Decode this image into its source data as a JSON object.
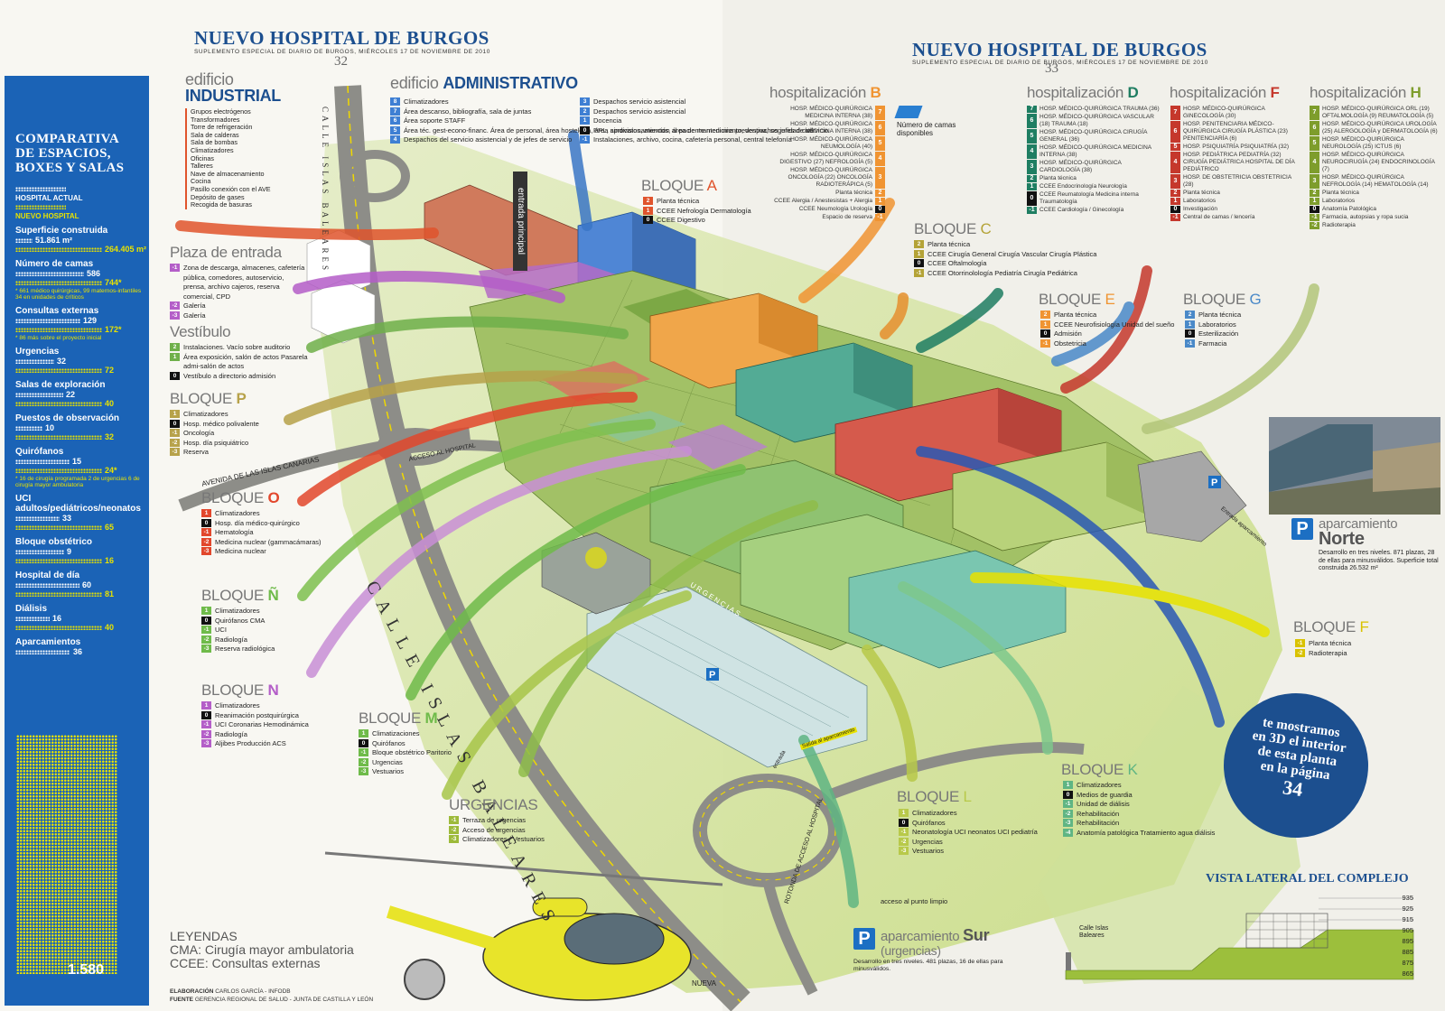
{
  "mastheads": [
    {
      "title": "NUEVO HOSPITAL DE BURGOS",
      "subtitle": "SUPLEMENTO ESPECIAL DE DIARIO DE BURGOS, MIÉRCOLES 17 DE NOVIEMBRE DE 2010",
      "page": "32"
    },
    {
      "title": "NUEVO HOSPITAL DE BURGOS",
      "subtitle": "SUPLEMENTO ESPECIAL DE DIARIO DE BURGOS, MIÉRCOLES 17 DE NOVIEMBRE DE 2010",
      "page": "33"
    }
  ],
  "comparison": {
    "title_lines": [
      "COMPARATIVA",
      "DE ESPACIOS,",
      "BOXES Y SALAS"
    ],
    "legend_actual": "HOSPITAL ACTUAL",
    "legend_new": "NUEVO HOSPITAL",
    "colors": {
      "panel": "#1b63b6",
      "actual": "#ffffff",
      "new": "#e8e200"
    },
    "items": [
      {
        "label": "Superficie construida",
        "actual": 51861,
        "actual_text": "51.861 m²",
        "new": 264405,
        "new_text": "264.405 m²"
      },
      {
        "label": "Número de camas",
        "actual": 586,
        "actual_text": "586",
        "new": 744,
        "new_text": "744*",
        "note": "* 661 médico quirúrgicas, 99 maternos-infantiles 34 en unidades de críticos"
      },
      {
        "label": "Consultas externas",
        "actual": 129,
        "actual_text": "129",
        "new": 172,
        "new_text": "172*",
        "note": "* 86 más sobre el proyecto inicial"
      },
      {
        "label": "Urgencias",
        "actual": 32,
        "actual_text": "32",
        "new": 72,
        "new_text": "72"
      },
      {
        "label": "Salas de exploración",
        "actual": 22,
        "actual_text": "22",
        "new": 40,
        "new_text": "40"
      },
      {
        "label": "Puestos de observación",
        "actual": 10,
        "actual_text": "10",
        "new": 32,
        "new_text": "32"
      },
      {
        "label": "Quirófanos",
        "actual": 15,
        "actual_text": "15",
        "new": 24,
        "new_text": "24*",
        "note": "* 16 de cirugía programada 2 de urgencias 6 de cirugía mayor ambulatoria"
      },
      {
        "label": "UCI adultos/pediátricos/neonatos",
        "actual": 33,
        "actual_text": "33",
        "new": 65,
        "new_text": "65"
      },
      {
        "label": "Bloque obstétrico",
        "actual": 9,
        "actual_text": "9",
        "new": 16,
        "new_text": "16"
      },
      {
        "label": "Hospital de día",
        "actual": 60,
        "actual_text": "60",
        "new": 81,
        "new_text": "81"
      },
      {
        "label": "Diálisis",
        "actual": 16,
        "actual_text": "16",
        "new": 40,
        "new_text": "40"
      },
      {
        "label": "Aparcamientos",
        "actual": 36,
        "actual_text": "36",
        "new": 1580,
        "new_text": "1.580"
      }
    ]
  },
  "industrial": {
    "pre": "edificio",
    "name": "INDUSTRIAL",
    "items": [
      "Grupos electrógenos",
      "Transformadores",
      "Torre de refrigeración",
      "Sala de calderas",
      "Sala de bombas",
      "Climatizadores",
      "Oficinas",
      "Talleres",
      "Nave de almacenamiento",
      "Cocina",
      "Pasillo conexión con el AVE",
      "Depósito de gases",
      "Recogida de basuras"
    ]
  },
  "administrativo": {
    "pre": "edificio",
    "name": "ADMINISTRATIVO",
    "col1": [
      {
        "n": "8",
        "t": "Climatizadores"
      },
      {
        "n": "7",
        "t": "Área descanso, bibliografía, sala de juntas"
      },
      {
        "n": "6",
        "t": "Área soporte STAFF"
      },
      {
        "n": "5",
        "t": "Área téc. gest-econo-financ. Área de personal, área hostelería, área aprovisionamientos, área de mantenimiento, despachos jefes de servicio"
      },
      {
        "n": "4",
        "t": "Despachos del servicio asistencial y de jefes de servicio"
      }
    ],
    "col2": [
      {
        "n": "3",
        "t": "Despachos servicio asistencial"
      },
      {
        "n": "2",
        "t": "Despachos servicio asistencial"
      },
      {
        "n": "1",
        "t": "Docencia"
      },
      {
        "n": "0",
        "t": "PRL, sindicatos, atención al paciente medicina preventiva, seguridad civil"
      },
      {
        "n": "-1",
        "t": "Instalaciones, archivo, cocina, cafetería personal, central telefonía"
      }
    ]
  },
  "streets": {
    "calle_small": "CALLE ISLAS BALEARES",
    "calle_big": "CALLE ISLAS BALEARES",
    "avenida": "AVENIDA DE LAS ISLAS CANARIAS",
    "acceso_hospital": "ACCESO AL HOSPITAL",
    "entrada_principal": "entrada principal",
    "urgencias": "URGENCIAS",
    "rotonda": "ROTONDA DE ACCESO AL HOSPITAL",
    "punto_limpio": "acceso al punto limpio",
    "entrada_aparcamiento": "Entrada aparcamiento",
    "entrada": "entrada",
    "salida": "Salida al aparcamiento",
    "nueva": "NUEVA"
  },
  "plaza": {
    "title": "Plaza de entrada",
    "items": [
      {
        "n": "-1",
        "t": "Zona de descarga, almacenes, cafetería pública, comedores, autoservicio, prensa, archivo cajeros, reserva comercial, CPD"
      },
      {
        "n": "-2",
        "t": "Galería"
      },
      {
        "n": "-3",
        "t": "Galería"
      }
    ]
  },
  "vestibulo": {
    "title": "Vestíbulo",
    "items": [
      {
        "n": "2",
        "t": "Instalaciones. Vacío sobre auditorio"
      },
      {
        "n": "1",
        "t": "Área exposición, salón de actos Pasarela admi-salón de actos"
      },
      {
        "n": "0",
        "t": "Vestíbulo a directorio admisión"
      }
    ]
  },
  "bloques_left": [
    {
      "id": "P",
      "title": "BLOQUE",
      "letter": "P",
      "items": [
        {
          "n": "1",
          "t": "Climatizadores"
        },
        {
          "n": "0",
          "t": "Hosp. médico polivalente"
        },
        {
          "n": "-1",
          "t": "Oncología"
        },
        {
          "n": "-2",
          "t": "Hosp. día psiquiátrico"
        },
        {
          "n": "-3",
          "t": "Reserva"
        }
      ]
    },
    {
      "id": "O",
      "title": "BLOQUE",
      "letter": "O",
      "items": [
        {
          "n": "1",
          "t": "Climatizadores"
        },
        {
          "n": "0",
          "t": "Hosp. día médico-quirúrgico"
        },
        {
          "n": "-1",
          "t": "Hematología"
        },
        {
          "n": "-2",
          "t": "Medicina nuclear (gammacámaras)"
        },
        {
          "n": "-3",
          "t": "Medicina nuclear"
        }
      ]
    },
    {
      "id": "Ñ",
      "title": "BLOQUE",
      "letter": "Ñ",
      "items": [
        {
          "n": "1",
          "t": "Climatizadores"
        },
        {
          "n": "0",
          "t": "Quirófanos CMA"
        },
        {
          "n": "-1",
          "t": "UCI"
        },
        {
          "n": "-2",
          "t": "Radiología"
        },
        {
          "n": "-3",
          "t": "Reserva radiológica"
        }
      ]
    },
    {
      "id": "N",
      "title": "BLOQUE",
      "letter": "N",
      "items": [
        {
          "n": "1",
          "t": "Climatizadores"
        },
        {
          "n": "0",
          "t": "Reanimación postquirúrgica"
        },
        {
          "n": "-1",
          "t": "UCI Coronarias Hemodinámica"
        },
        {
          "n": "-2",
          "t": "Radiología"
        },
        {
          "n": "-3",
          "t": "Aljibes Producción ACS"
        }
      ]
    },
    {
      "id": "M",
      "title": "BLOQUE",
      "letter": "M",
      "items": [
        {
          "n": "1",
          "t": "Climatizaciones"
        },
        {
          "n": "0",
          "t": "Quirófanos"
        },
        {
          "n": "-1",
          "t": "Bloque obstétrico Paritorio"
        },
        {
          "n": "-2",
          "t": "Urgencias"
        },
        {
          "n": "-3",
          "t": "Vestuarios"
        }
      ]
    }
  ],
  "urgencias": {
    "title": "URGENCIAS",
    "items": [
      {
        "n": "-1",
        "t": "Terraza de urgencias"
      },
      {
        "n": "-2",
        "t": "Acceso de urgencias"
      },
      {
        "n": "-3",
        "t": "Climatizadores / Vestuarios"
      }
    ]
  },
  "bloque_a": {
    "title": "BLOQUE",
    "letter": "A",
    "items": [
      {
        "n": "2",
        "t": "Planta técnica"
      },
      {
        "n": "1",
        "t": "CCEE Nefrología Dermatología"
      },
      {
        "n": "0",
        "t": "CCEE Digestivo"
      }
    ]
  },
  "hosp_b": {
    "title": "hospitalización",
    "letter": "B",
    "rows": [
      {
        "n": "7",
        "t": "HOSP. MÉDICO-QUIRÚRGICA MEDICINA INTERNA (38)"
      },
      {
        "n": "6",
        "t": "HOSP. MÉDICO-QUIRÚRGICA MEDICINA INTERNA (38)"
      },
      {
        "n": "5",
        "t": "HOSP. MÉDICO-QUIRÚRGICA NEUMOLOGÍA (40)"
      },
      {
        "n": "4",
        "t": "HOSP. MÉDICO-QUIRÚRGICA DIGESTIVO (27) NEFROLOGÍA (5)"
      },
      {
        "n": "3",
        "t": "HOSP. MÉDICO-QUIRÚRGICA ONCOLOGÍA (22) ONCOLOGÍA RADIOTERÁPICA (5)"
      },
      {
        "n": "2",
        "t": "Planta técnica"
      },
      {
        "n": "1",
        "t": "CCEE Alergia / Anestesistas + Alergia"
      },
      {
        "n": "0",
        "t": "CCEE Neumología Urología"
      },
      {
        "n": "-1",
        "t": "Espacio de reserva"
      }
    ]
  },
  "camas_legend": "Número de camas disponibles",
  "bloque_c": {
    "title": "BLOQUE",
    "letter": "C",
    "items": [
      {
        "n": "2",
        "t": "Planta técnica"
      },
      {
        "n": "1",
        "t": "CCEE Cirugía General Cirugía Vascular Cirugía Plástica"
      },
      {
        "n": "0",
        "t": "CCEE Oftalmología"
      },
      {
        "n": "-1",
        "t": "CCEE Otorrinolología Pediatría Cirugía Pediátrica"
      }
    ]
  },
  "hosp_d": {
    "title": "hospitalización",
    "letter": "D",
    "rows": [
      {
        "n": "7",
        "t": "HOSP. MÉDICO-QUIRÚRGICA TRAUMA (36)"
      },
      {
        "n": "6",
        "t": "HOSP. MÉDICO-QUIRÚRGICA VASCULAR (18) TRAUMA (18)"
      },
      {
        "n": "5",
        "t": "HOSP. MÉDICO-QUIRÚRGICA CIRUGÍA GENERAL (36)"
      },
      {
        "n": "4",
        "t": "HOSP. MÉDICO-QUIRÚRGICA MEDICINA INTERNA (38)"
      },
      {
        "n": "3",
        "t": "HOSP. MÉDICO-QUIRÚRGICA CARDIOLOGÍA (38)"
      },
      {
        "n": "2",
        "t": "Planta técnica"
      },
      {
        "n": "1",
        "t": "CCEE Endocrinología Neurología"
      },
      {
        "n": "0",
        "t": "CCEE Reumatología Medicina interna Traumatología"
      },
      {
        "n": "-1",
        "t": "CCEE Cardiología / Ginecología"
      }
    ]
  },
  "hosp_f": {
    "title": "hospitalización",
    "letter": "F",
    "rows": [
      {
        "n": "7",
        "t": "HOSP. MÉDICO-QUIRÚRGICA GINECOLOGÍA (30)"
      },
      {
        "n": "6",
        "t": "HOSP. PENITENCIARIA MÉDICO-QUIRÚRGICA CIRUGÍA PLÁSTICA (23) PENITENCIARÍA (6)"
      },
      {
        "n": "5",
        "t": "HOSP. PSIQUIATRÍA PSIQUIATRÍA (32)"
      },
      {
        "n": "4",
        "t": "HOSP. PEDIÁTRICA PEDIATRÍA (32) CIRUGÍA PEDIÁTRICA HOSPITAL DE DÍA PEDIÁTRICO"
      },
      {
        "n": "3",
        "t": "HOSP. DE OBSTETRICIA OBSTETRICIA (28)"
      },
      {
        "n": "2",
        "t": "Planta técnica"
      },
      {
        "n": "1",
        "t": "Laboratorios"
      },
      {
        "n": "0",
        "t": "Investigación"
      },
      {
        "n": "-1",
        "t": "Central de camas / lencería"
      }
    ]
  },
  "hosp_h": {
    "title": "hospitalización",
    "letter": "H",
    "rows": [
      {
        "n": "7",
        "t": "HOSP. MÉDICO-QUIRÚRGICA ORL (19) OFTALMOLOGÍA (9) REUMATOLOGÍA (5)"
      },
      {
        "n": "6",
        "t": "HOSP. MÉDICO-QUIRÚRGICA UROLOGÍA (25) ALERGOLOGÍA y DERMATOLOGÍA (6)"
      },
      {
        "n": "5",
        "t": "HOSP. MÉDICO-QUIRÚRGICA NEUROLOGÍA (25) ICTUS (6)"
      },
      {
        "n": "4",
        "t": "HOSP. MÉDICO-QUIRÚRGICA NEUROCIRUGÍA (24) ENDOCRINOLOGÍA (7)"
      },
      {
        "n": "3",
        "t": "HOSP. MÉDICO-QUIRÚRGICA NEFROLOGÍA (14) HEMATOLOGÍA (14)"
      },
      {
        "n": "2",
        "t": "Planta técnica"
      },
      {
        "n": "1",
        "t": "Laboratorios"
      },
      {
        "n": "0",
        "t": "Anatomía Patológica"
      },
      {
        "n": "-1",
        "t": "Farmacia, autopsias y ropa sucia"
      },
      {
        "n": "-2",
        "t": "Radioterapia"
      }
    ]
  },
  "bloque_e": {
    "title": "BLOQUE",
    "letter": "E",
    "items": [
      {
        "n": "2",
        "t": "Planta técnica"
      },
      {
        "n": "1",
        "t": "CCEE Neurofisiología Unidad del sueño"
      },
      {
        "n": "0",
        "t": "Admisión"
      },
      {
        "n": "-1",
        "t": "Obstetricia"
      }
    ]
  },
  "bloque_g": {
    "title": "BLOQUE",
    "letter": "G",
    "items": [
      {
        "n": "2",
        "t": "Planta técnica"
      },
      {
        "n": "1",
        "t": "Laboratorios"
      },
      {
        "n": "0",
        "t": "Esterilización"
      },
      {
        "n": "-1",
        "t": "Farmacia"
      }
    ]
  },
  "aparcamiento_norte": {
    "pre": "aparcamiento",
    "name": "Norte",
    "desc": "Desarrollo en tres niveles. 871 plazas, 28 de ellas para minusválidos. Superficie total construida 26.532 m²"
  },
  "bloque_f": {
    "title": "BLOQUE",
    "letter": "F",
    "items": [
      {
        "n": "-1",
        "t": "Planta técnica"
      },
      {
        "n": "-2",
        "t": "Radioterapia"
      }
    ]
  },
  "bubble": {
    "lines": [
      "te mostramos",
      "en 3D el interior",
      "de esta planta",
      "en la página"
    ],
    "number": "34"
  },
  "bloque_k": {
    "title": "BLOQUE",
    "letter": "K",
    "items": [
      {
        "n": "1",
        "t": "Climatizadores"
      },
      {
        "n": "0",
        "t": "Medios de guardia"
      },
      {
        "n": "-1",
        "t": "Unidad de diálisis"
      },
      {
        "n": "-2",
        "t": "Rehabilitación"
      },
      {
        "n": "-3",
        "t": "Rehabilitación"
      },
      {
        "n": "-4",
        "t": "Anatomía patológica Tratamiento agua diálisis"
      }
    ]
  },
  "bloque_l": {
    "title": "BLOQUE",
    "letter": "L",
    "items": [
      {
        "n": "1",
        "t": "Climatizadores"
      },
      {
        "n": "0",
        "t": "Quirófanos"
      },
      {
        "n": "-1",
        "t": "Neonatología UCI neonatos UCI pediatría"
      },
      {
        "n": "-2",
        "t": "Urgencias"
      },
      {
        "n": "-3",
        "t": "Vestuarios"
      }
    ]
  },
  "aparcamiento_sur": {
    "pre": "aparcamiento",
    "name": "Sur",
    "sub": "(urgencias)",
    "desc": "Desarrollo en tres niveles. 481 plazas, 16 de ellas para minusválidos."
  },
  "vista_lateral": {
    "title": "VISTA LATERAL DEL COMPLEJO",
    "street": "Calle Islas Baleares",
    "levels": [
      "935",
      "925",
      "915",
      "905",
      "895",
      "885",
      "875",
      "865"
    ]
  },
  "leyendas": {
    "title": "LEYENDAS",
    "cma": "CMA: Cirugía mayor ambulatoria",
    "ccee": "CCEE: Consultas externas"
  },
  "credits": {
    "elab_label": "ELABORACIÓN",
    "elab": "CARLOS GARCÍA - INFODB",
    "fuente_label": "FUENTE",
    "fuente": "GERENCIA REGIONAL DE SALUD - JUNTA DE CASTILLA Y LEÓN"
  }
}
